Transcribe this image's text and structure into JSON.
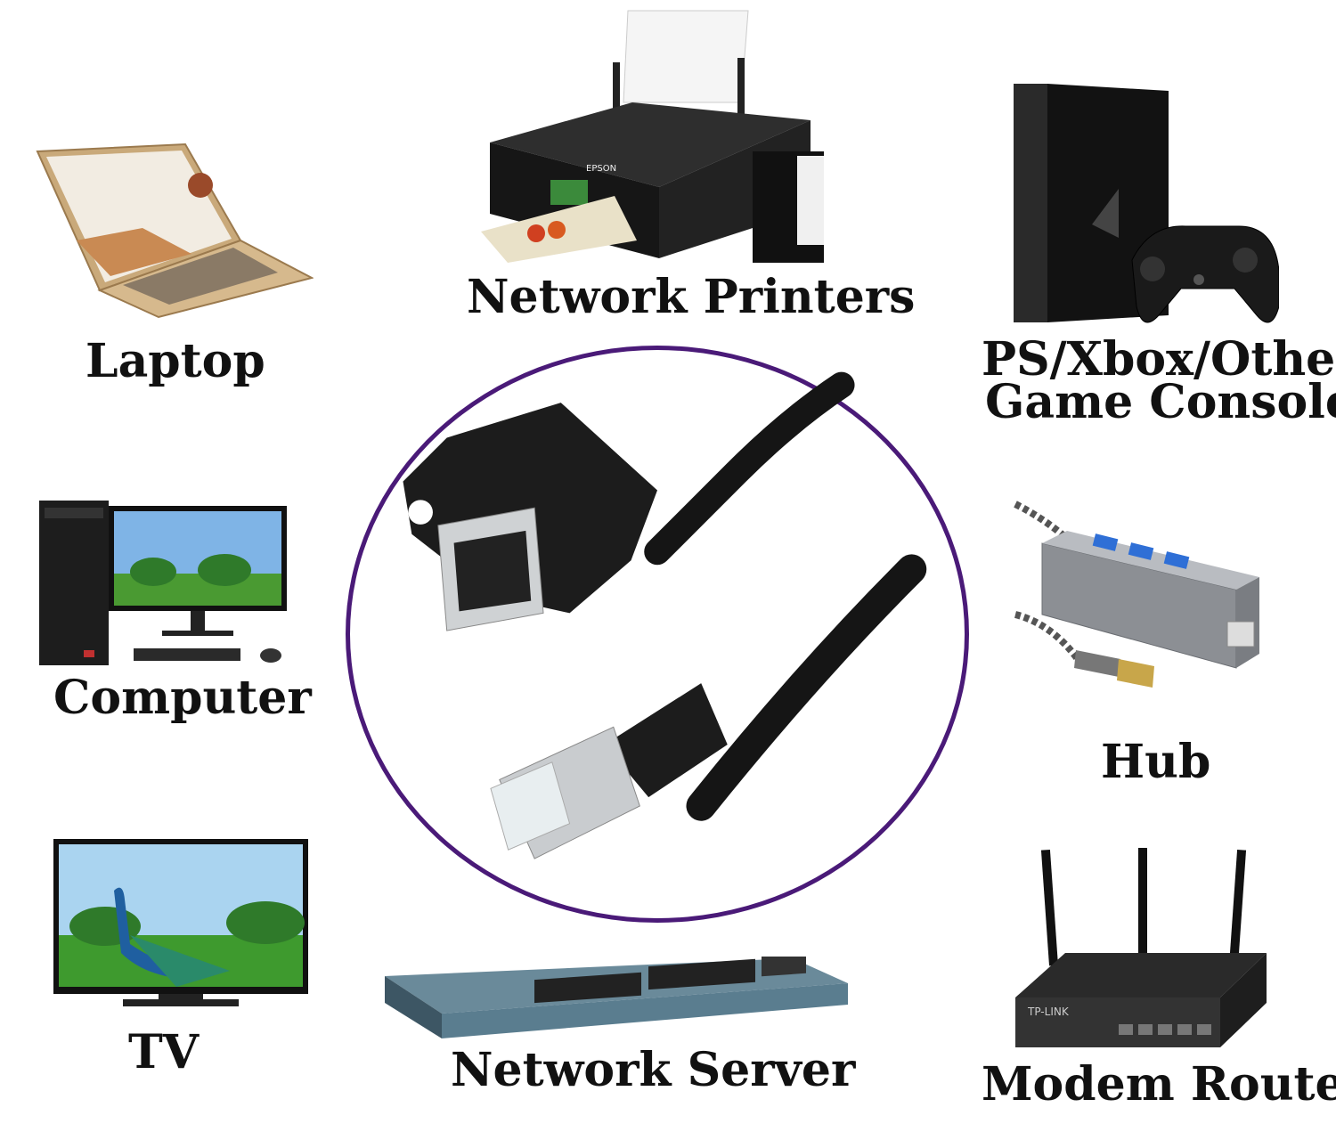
{
  "labels": {
    "laptop": "Laptop",
    "network_printers": "Network Printers",
    "game_console_line1": "PS/Xbox/Other",
    "game_console_line2": "Game Console",
    "computer": "Computer",
    "hub": "Hub",
    "tv": "TV",
    "network_server": "Network Server",
    "modem_router": "Modem Router"
  },
  "device_marks": {
    "printer_brand": "EPSON",
    "router_brand": "TP-LINK"
  },
  "colors": {
    "circle_border": "#4a1a78",
    "text": "#111111",
    "cable": "#151515",
    "usb_port": "#2f6fd6"
  }
}
